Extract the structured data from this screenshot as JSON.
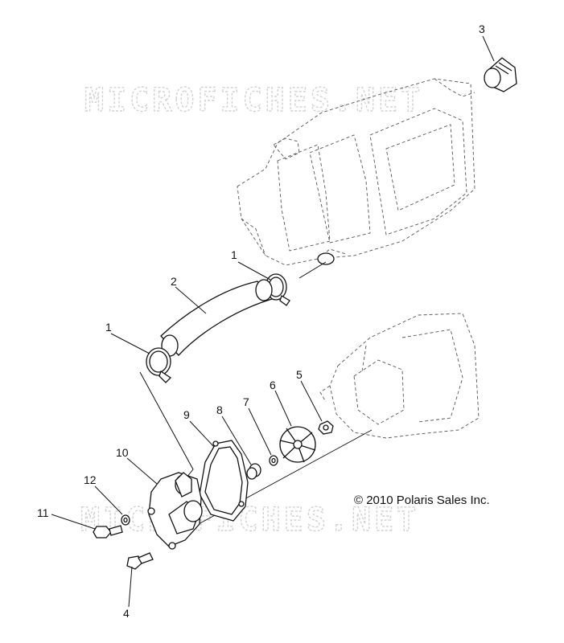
{
  "watermarks": [
    "MICROFICHES.NET",
    "MICROFICHES.NET"
  ],
  "copyright": "© 2010 Polaris Sales Inc.",
  "callouts": [
    "3",
    "1",
    "2",
    "1",
    "6",
    "5",
    "7",
    "8",
    "9",
    "10",
    "12",
    "11",
    "4"
  ]
}
